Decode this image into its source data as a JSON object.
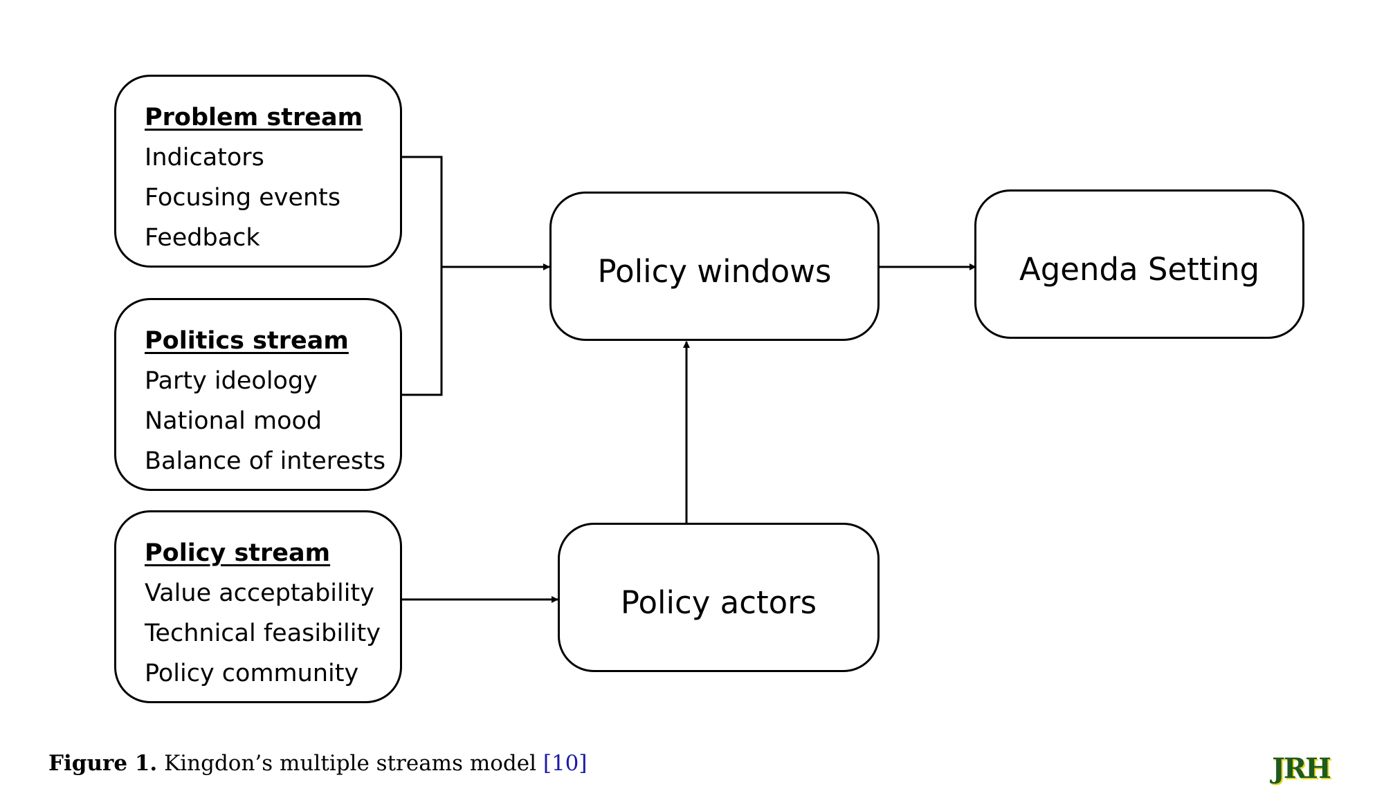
{
  "streams": [
    {
      "title": "Problem stream",
      "items": [
        "Indicators",
        "Focusing events",
        "Feedback"
      ]
    },
    {
      "title": "Politics stream",
      "items": [
        "Party ideology",
        "National mood",
        "Balance of interests"
      ]
    },
    {
      "title": "Policy stream",
      "items": [
        "Value acceptability",
        "Technical feasibility",
        "Policy community"
      ]
    }
  ],
  "nodes": {
    "policy_windows": "Policy windows",
    "agenda_setting": "Agenda Setting",
    "policy_actors": "Policy actors"
  },
  "edges": [
    {
      "from": "Problem stream",
      "to": "Policy windows"
    },
    {
      "from": "Politics stream",
      "to": "Policy windows"
    },
    {
      "from": "Policy stream",
      "to": "Policy actors"
    },
    {
      "from": "Policy actors",
      "to": "Policy windows"
    },
    {
      "from": "Policy windows",
      "to": "Agenda Setting"
    }
  ],
  "caption": {
    "label": "Figure 1.",
    "text": "Kingdon’s multiple streams model",
    "ref": "[10]"
  },
  "logo": "JRH"
}
